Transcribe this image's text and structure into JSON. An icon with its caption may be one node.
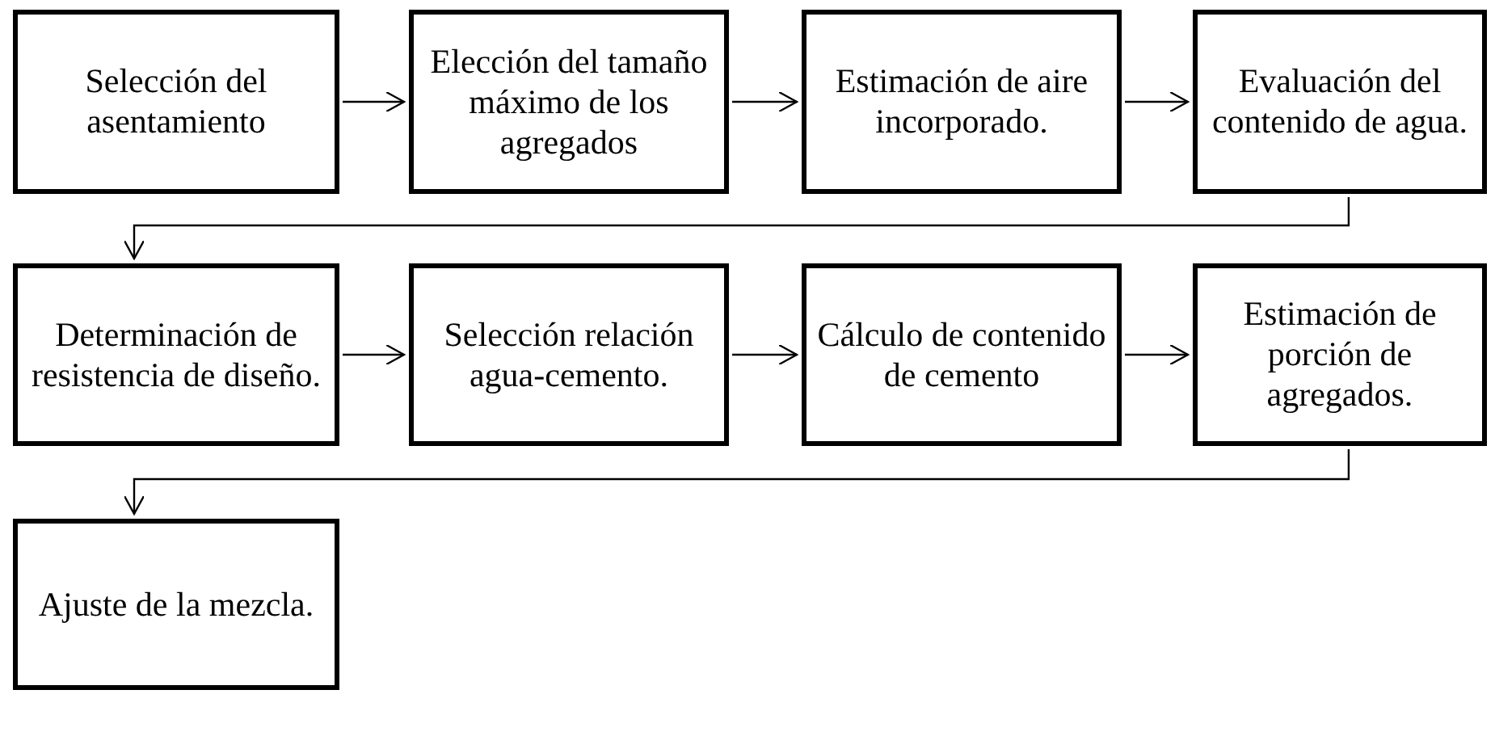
{
  "diagram": {
    "nodes": [
      {
        "text": [
          "Selección del asentamiento"
        ]
      },
      {
        "text": [
          "Elección del tamaño máximo de los agregados"
        ]
      },
      {
        "text": [
          "Estimación de aire incorporado."
        ]
      },
      {
        "text": [
          "Evaluación del contenido de agua."
        ]
      },
      {
        "text": [
          "Determinación de resistencia de diseño."
        ]
      },
      {
        "text": [
          "Selección relación agua-cemento."
        ]
      },
      {
        "text": [
          "Cálculo de contenido de cemento"
        ]
      },
      {
        "text": [
          "Estimación de porción de agregados."
        ]
      },
      {
        "text": [
          "Ajuste de la mezcla."
        ]
      }
    ],
    "edges": [
      {
        "from": 0,
        "to": 1,
        "arrow": "to"
      },
      {
        "from": 1,
        "to": 2,
        "arrow": "to"
      },
      {
        "from": 2,
        "to": 3,
        "arrow": "to"
      },
      {
        "from": 3,
        "to": 4,
        "arrow": "to"
      },
      {
        "from": 4,
        "to": 5,
        "arrow": "to"
      },
      {
        "from": 5,
        "to": 6,
        "arrow": "to"
      },
      {
        "from": 6,
        "to": 7,
        "arrow": "to"
      },
      {
        "from": 7,
        "to": 8,
        "arrow": "to"
      }
    ]
  }
}
